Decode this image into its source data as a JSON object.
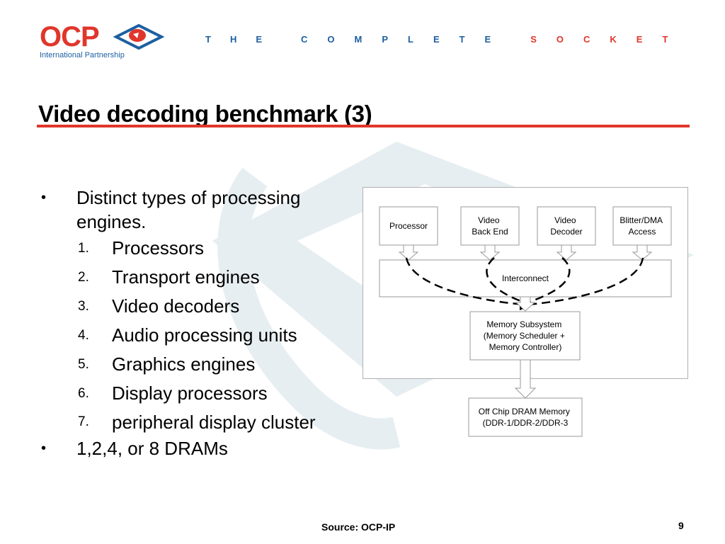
{
  "header": {
    "logo_text": "OCP",
    "logo_subtitle": "International Partnership",
    "tagline_words": [
      "THE",
      "COMPLETE",
      "SOCKET"
    ]
  },
  "slide": {
    "title": "Video decoding benchmark (3)",
    "bullets": [
      "Distinct types of processing engines.",
      "1,2,4, or 8 DRAMs"
    ],
    "numbered_items": [
      {
        "num": "1.",
        "text": "Processors"
      },
      {
        "num": "2.",
        "text": "Transport engines"
      },
      {
        "num": "3.",
        "text": "Video decoders"
      },
      {
        "num": "4.",
        "text": "Audio processing units"
      },
      {
        "num": "5.",
        "text": "Graphics engines"
      },
      {
        "num": "6.",
        "text": "Display processors"
      },
      {
        "num": "7.",
        "text": "peripheral display cluster"
      }
    ]
  },
  "diagram": {
    "engines": [
      "Processor",
      "Video Back End",
      "Video Decoder",
      "Blitter/DMA Access"
    ],
    "interconnect": "Interconnect",
    "memory_subsystem": [
      "Memory Subsystem",
      "(Memory Scheduler +",
      "Memory Controller)"
    ],
    "dram": [
      "Off Chip DRAM Memory",
      "(DDR-1/DDR-2/DDR-3"
    ]
  },
  "footer": {
    "source": "Source: OCP-IP",
    "page_number": "9"
  },
  "colors": {
    "brand_red": "#e0362b",
    "brand_blue": "#1d5fa1",
    "watermark": "#d6e3ea"
  }
}
